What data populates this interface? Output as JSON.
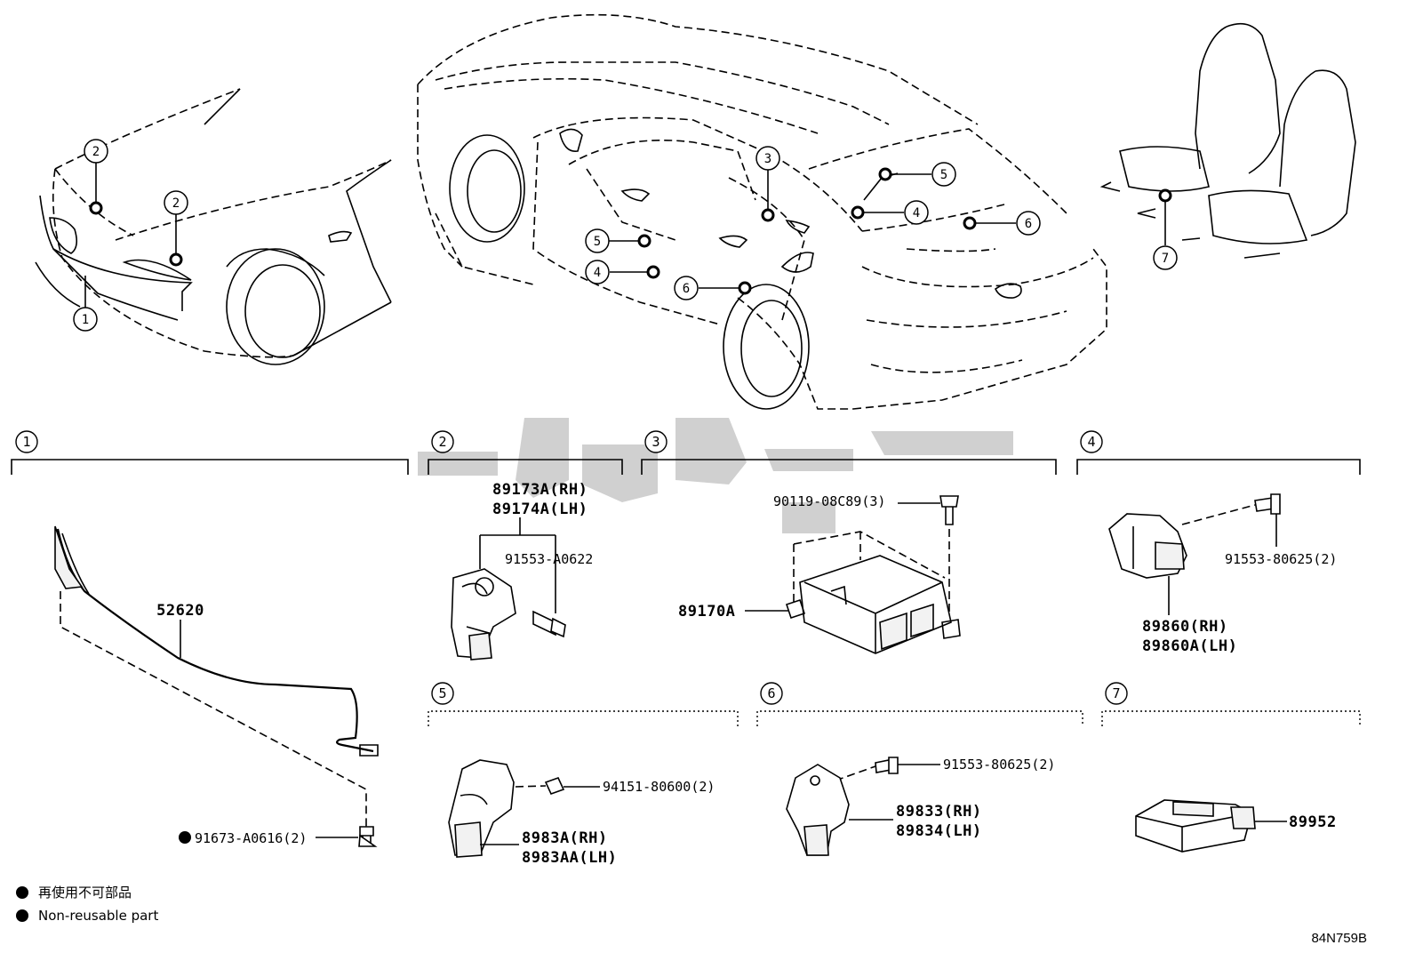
{
  "sections": [
    {
      "num": "1"
    },
    {
      "num": "2"
    },
    {
      "num": "3"
    },
    {
      "num": "4"
    },
    {
      "num": "5"
    },
    {
      "num": "6"
    },
    {
      "num": "7"
    }
  ],
  "overview_callouts": {
    "front": [
      "2",
      "2",
      "1"
    ],
    "rear": [
      "3",
      "5",
      "4",
      "6",
      "5",
      "4",
      "6"
    ],
    "seat": [
      "7"
    ]
  },
  "parts": {
    "s1": {
      "harness": "52620",
      "clip": "91673-A0616(2)"
    },
    "s2": {
      "sensor_rh": "89173A(RH)",
      "sensor_lh": "89174A(LH)",
      "bolt": "91553-A0622"
    },
    "s3": {
      "bolt": "90119-08C89(3)",
      "ecu": "89170A"
    },
    "s4": {
      "bolt": "91553-80625(2)",
      "sensor_rh": "89860(RH)",
      "sensor_lh": "89860A(LH)"
    },
    "s5": {
      "nut": "94151-80600(2)",
      "sensor_rh": "8983A(RH)",
      "sensor_lh": "8983AA(LH)"
    },
    "s6": {
      "bolt": "91553-80625(2)",
      "sensor_rh": "89833(RH)",
      "sensor_lh": "89834(LH)"
    },
    "s7": {
      "sensor": "89952"
    }
  },
  "legend": {
    "jp": "再使用不可部品",
    "en": "Non-reusable part"
  },
  "ref_code": "84N759B",
  "watermark_color": "#c8c8c8"
}
